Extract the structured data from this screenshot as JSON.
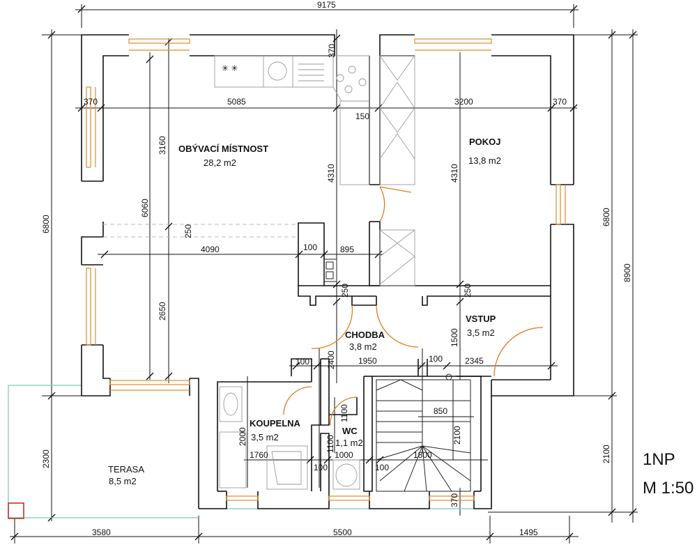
{
  "rooms": {
    "living": {
      "name": "OBÝVACÍ MÍSTNOST",
      "area": "28,2  m2"
    },
    "bedroom": {
      "name": "POKOJ",
      "area": "13,8  m2"
    },
    "hall": {
      "name": "CHODBA",
      "area": "3,8 m2"
    },
    "entry": {
      "name": "VSTUP",
      "area": "3,5 m2"
    },
    "bath": {
      "name": "KOUPELNA",
      "area": "3,5 m2"
    },
    "wc": {
      "name": "WC",
      "area": "1,1 m2"
    },
    "terrace": {
      "name": "TERASA",
      "area": "8,5  m2"
    }
  },
  "dimensions": {
    "top_total": "9175",
    "bottom_left": "3580",
    "bottom_mid": "5500",
    "bottom_right": "1495",
    "left_total": "6800",
    "left_terrace": "2300",
    "right_total": "6800",
    "right_lower": "2100",
    "right_overall": "8900",
    "living_width": "5085",
    "wall_left": "370",
    "wall_right": "370",
    "wall_top": "370",
    "bedroom_width": "3200",
    "wall_150": "150",
    "living_depth_upper": "3160",
    "living_depth_total": "6060",
    "living_depth_lower": "2650",
    "beam_250": "250",
    "living_4090": "4090",
    "partition_100": "100",
    "partition_895": "895",
    "height_4310_left": "4310",
    "height_4310_right": "4310",
    "wall_250_a": "250",
    "wall_250_b": "250",
    "hall_2400": "2400",
    "hall_1950": "1950",
    "hall_100_left": "100",
    "hall_100_right": "100",
    "entry_2345": "2345",
    "entry_1500": "1500",
    "stair_850": "850",
    "stair_2100": "2100",
    "stair_1800": "1800",
    "bath_2000": "2000",
    "bath_1760": "1760",
    "wc_1100": "1100",
    "wc_1100_b": "1100",
    "wc_1000": "1000",
    "wall_100_bath": "100",
    "wall_100_wc": "100",
    "wall_370_bottom": "370"
  },
  "legend": {
    "floor": "1NP",
    "scale": "M 1:50"
  },
  "colors": {
    "window": "#e08a2b",
    "door": "#e07b1e",
    "terrace": "#7cc6b4",
    "lines": "#111111"
  }
}
